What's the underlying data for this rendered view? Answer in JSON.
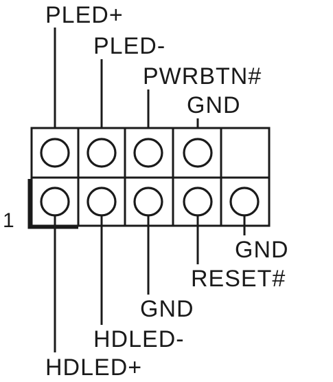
{
  "header": {
    "pin1_marker": "1",
    "top_labels": [
      "PLED+",
      "PLED-",
      "PWRBTN#",
      "GND"
    ],
    "bottom_labels": [
      "HDLED+",
      "HDLED-",
      "GND",
      "RESET#",
      "GND"
    ]
  },
  "pins": {
    "top_row": [
      {
        "label": "PLED+",
        "present": true
      },
      {
        "label": "PLED-",
        "present": true
      },
      {
        "label": "PWRBTN#",
        "present": true
      },
      {
        "label": "GND",
        "present": true
      },
      {
        "label": "",
        "present": false
      }
    ],
    "bottom_row": [
      {
        "label": "HDLED+",
        "present": true
      },
      {
        "label": "HDLED-",
        "present": true
      },
      {
        "label": "GND",
        "present": true
      },
      {
        "label": "RESET#",
        "present": true
      },
      {
        "label": "GND",
        "present": true
      }
    ]
  },
  "colors": {
    "line": "#1a1a1a",
    "background": "#ffffff"
  }
}
